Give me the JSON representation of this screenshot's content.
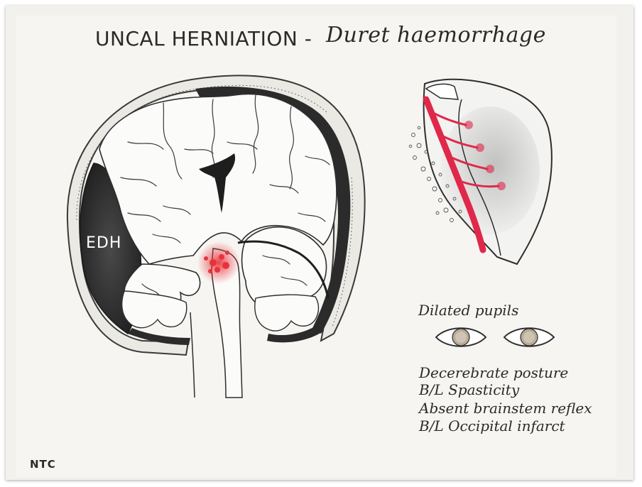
{
  "title": "UNCAL HERNIATION -",
  "subtitle": "Duret haemorrhage",
  "labels": {
    "edh": "EDH",
    "dilated_pupils": "Dilated pupils"
  },
  "symptoms": [
    "Decerebrate posture",
    "B/L Spasticity",
    "Absent brainstem reflex",
    "B/L Occipital infarct"
  ],
  "signature": "NTC",
  "colors": {
    "paper": "#f6f5f2",
    "ink": "#2a2a2a",
    "haemorrhage": "#e8323a",
    "artery": "#e0284a",
    "edh_fill": "#2f2f2f",
    "iris": "#b9ab95"
  }
}
